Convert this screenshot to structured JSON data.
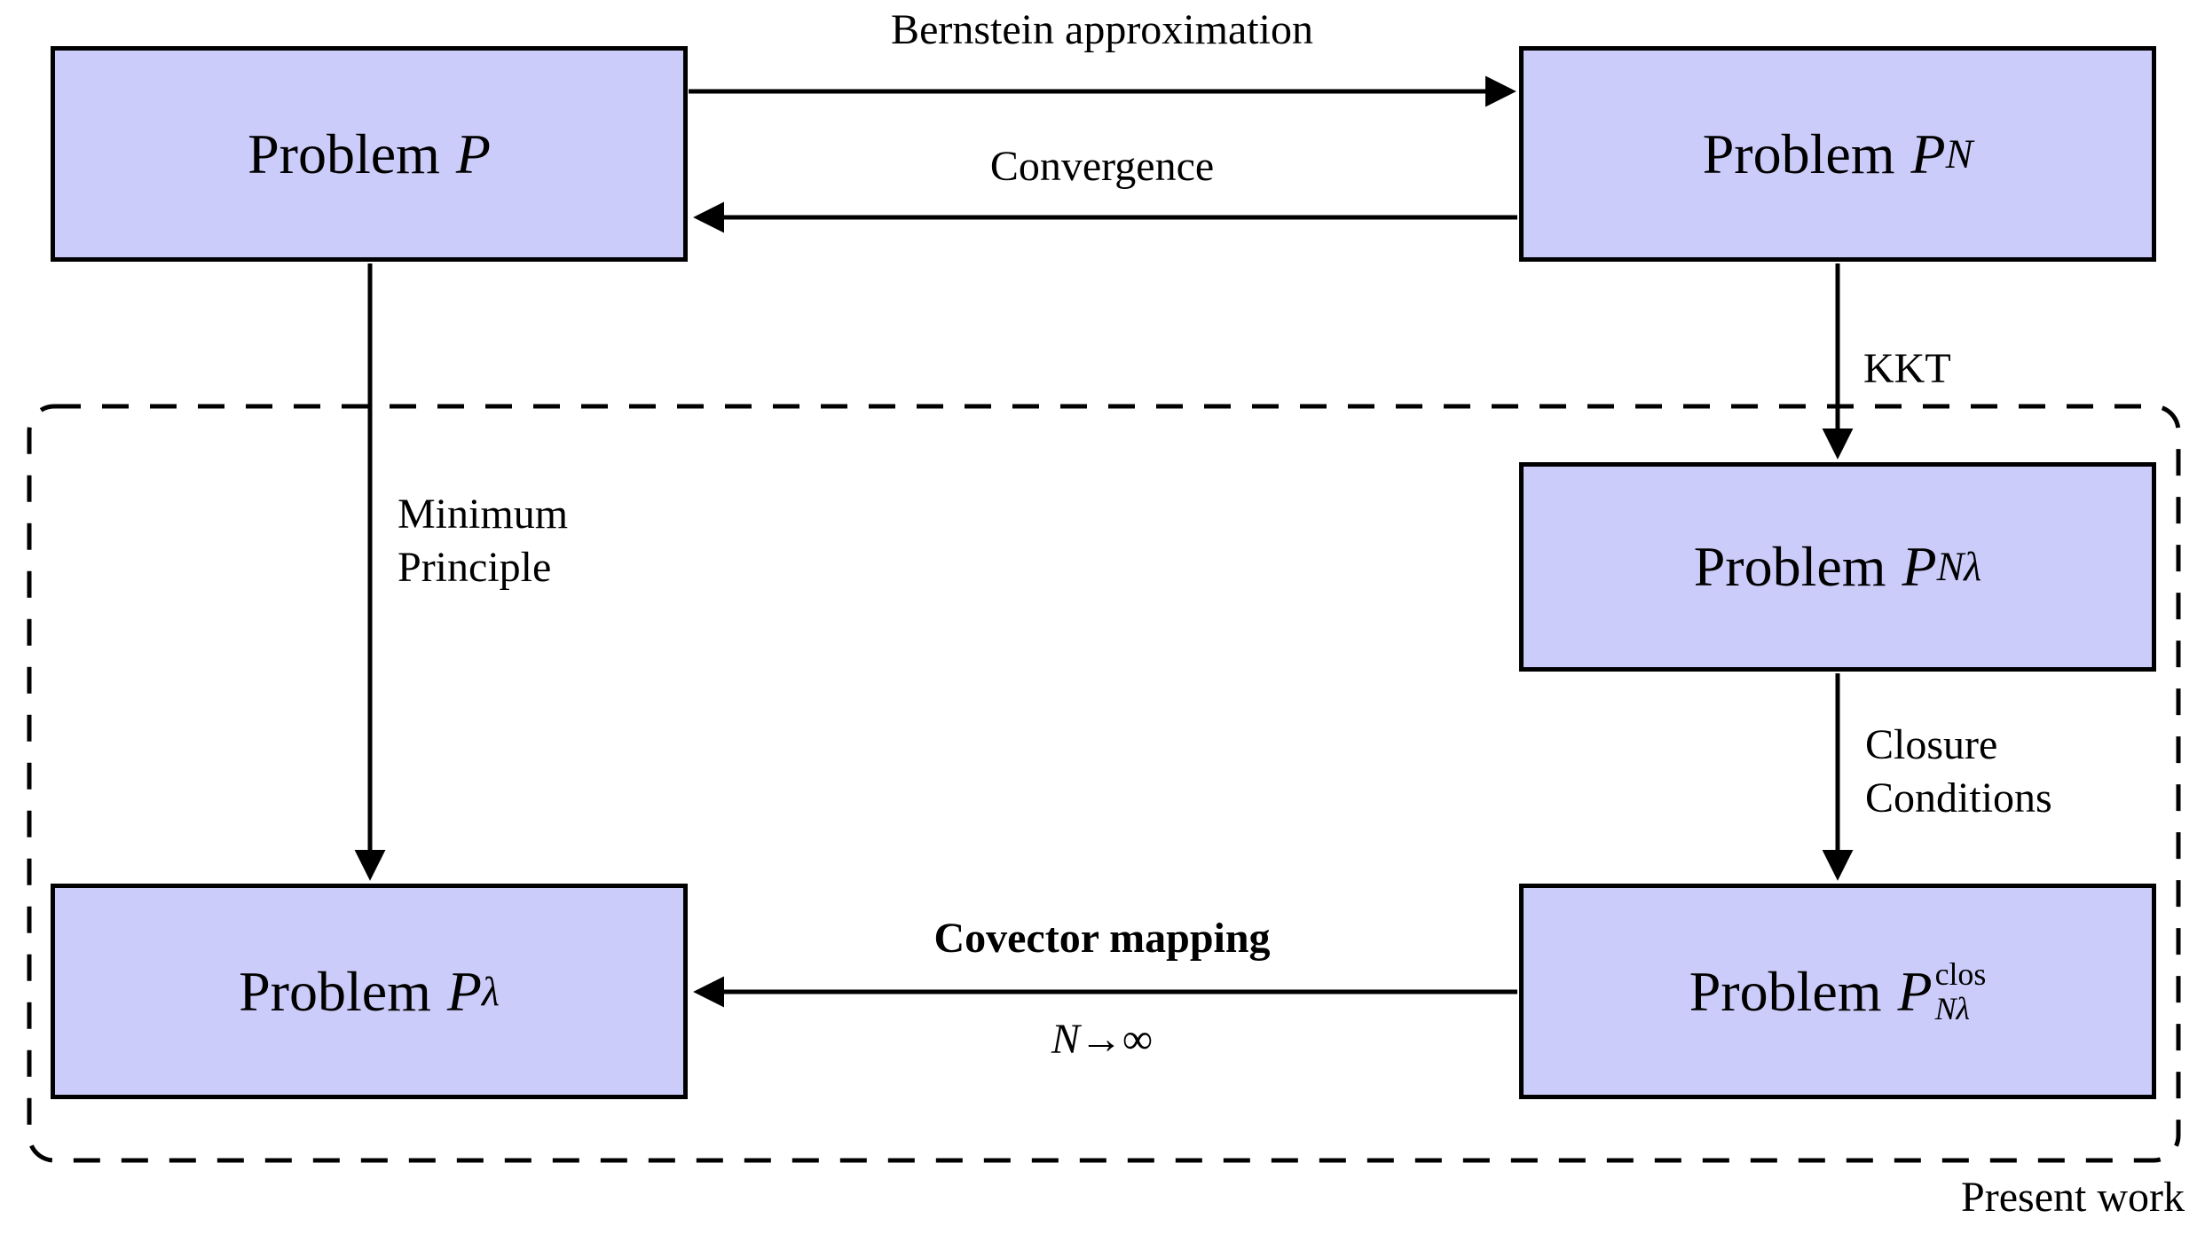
{
  "diagram": {
    "colors": {
      "background": "#ffffff",
      "box_fill": "#ccccfa",
      "box_border": "#000000",
      "line": "#000000"
    },
    "nodes": {
      "p": {
        "prefix": "Problem",
        "symbol": "P"
      },
      "pn": {
        "prefix": "Problem",
        "symbol": "P",
        "sub": "N"
      },
      "pnl": {
        "prefix": "Problem",
        "symbol": "P",
        "sub": "Nλ"
      },
      "pnlclos": {
        "prefix": "Problem",
        "symbol": "P",
        "sup": "clos",
        "sub": "Nλ"
      },
      "pl": {
        "prefix": "Problem",
        "symbol": "P",
        "sub": "λ"
      }
    },
    "edges": {
      "bernstein": {
        "from": "Problem P",
        "to": "Problem PN",
        "label": "Bernstein approximation"
      },
      "convergence": {
        "from": "Problem PN",
        "to": "Problem P",
        "label": "Convergence"
      },
      "kkt": {
        "from": "Problem PN",
        "to": "Problem PNλ",
        "label": "KKT"
      },
      "closure": {
        "from": "Problem PNλ",
        "to": "Problem PNλ clos",
        "label_line1": "Closure",
        "label_line2": "Conditions"
      },
      "covector": {
        "from": "Problem PNλ clos",
        "to": "Problem Pλ",
        "label": "Covector mapping",
        "sublabel_n": "N",
        "sublabel_arrow": "→",
        "sublabel_infinity": "∞"
      },
      "minimum": {
        "from": "Problem P",
        "to": "Problem Pλ",
        "label_line1": "Minimum",
        "label_line2": "Principle"
      }
    },
    "region": {
      "label": "Present work"
    }
  }
}
